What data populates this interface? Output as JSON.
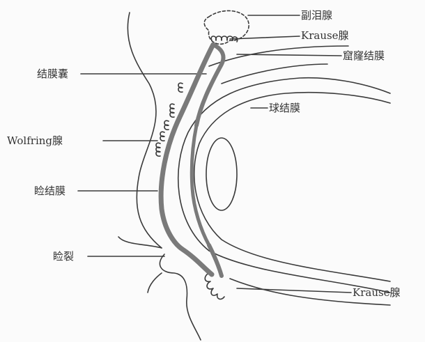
{
  "labels": {
    "accessory_lacrimal_gland": "副泪腺",
    "krause_gland_upper": "Krause腺",
    "conjunctival_fornix": "窟窿结膜",
    "conjunctival_sac": "结膜囊",
    "bulbar_conjunctiva": "球结膜",
    "wolfring_gland": "Wolfring腺",
    "palpebral_conjunctiva": "睑结膜",
    "palpebral_fissure": "睑裂",
    "krause_gland_lower": "Krause腺"
  },
  "colors": {
    "line": "#3a3a3a",
    "conjunctiva_fill": "#7a7a7a",
    "text": "#333333"
  }
}
